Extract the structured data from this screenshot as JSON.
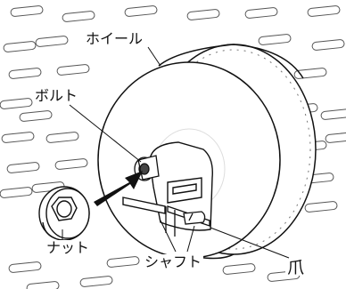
{
  "labels": {
    "wheel": "ホイール",
    "bolt": "ボルト",
    "nut": "ナット",
    "shaft": "シャフト",
    "claw": "爪"
  },
  "colors": {
    "line": "#111111",
    "background": "#ffffff",
    "arrow": "#111111",
    "bars": "#555555"
  }
}
